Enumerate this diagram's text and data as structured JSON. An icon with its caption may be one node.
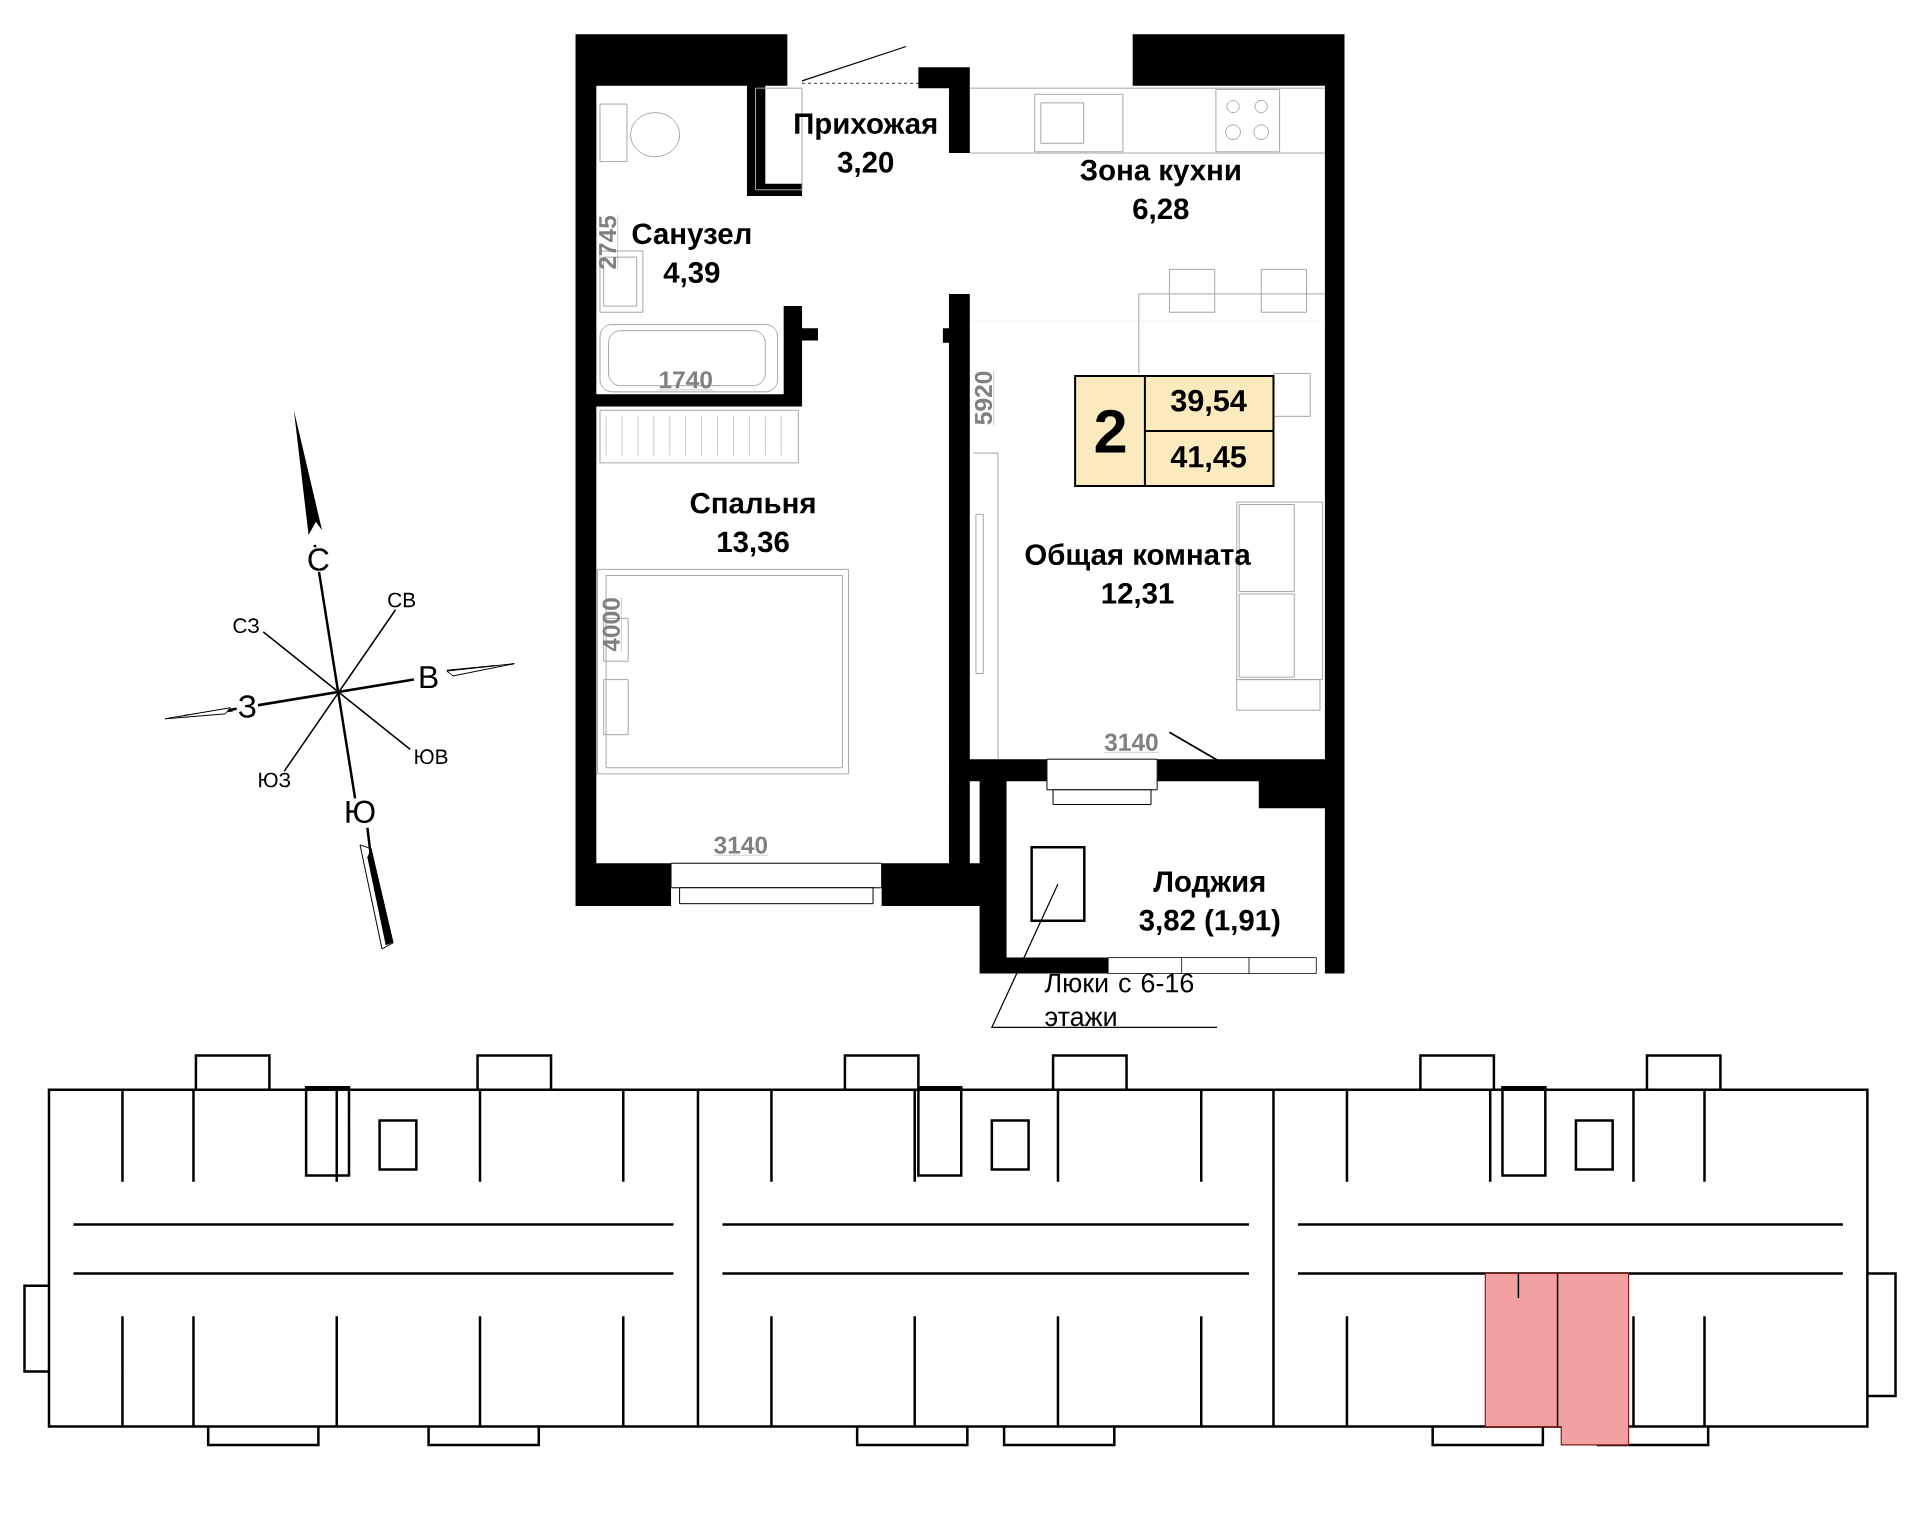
{
  "diagram": {
    "nodes": [
      {
        "text": [
          "Прихожая",
          "3,20"
        ]
      },
      {
        "text": [
          "Зона кухни",
          "6,28"
        ]
      },
      {
        "text": [
          "Санузел",
          "4,39"
        ]
      },
      {
        "text": [
          "2",
          "39,54",
          "41,45"
        ]
      },
      {
        "text": [
          "Спальня",
          "13,36"
        ]
      },
      {
        "text": [
          "Общая комната",
          "12,31"
        ]
      },
      {
        "text": [
          "Лоджия",
          "3,82 (1,91)"
        ]
      },
      {
        "text": [],
        "shape": "box"
      },
      {
        "text": [
          "Люки с 6-16 этажи"
        ]
      }
    ],
    "edges": [
      {
        "from": 8,
        "to": 7,
        "arrow": "none"
      }
    ],
    "labels": [
      "2745",
      "1740",
      "5920",
      "4000",
      "3140",
      "3140",
      "С",
      "СЗ",
      "СВ",
      "В",
      "З",
      "ЮВ",
      "ЮЗ",
      "Ю"
    ]
  }
}
